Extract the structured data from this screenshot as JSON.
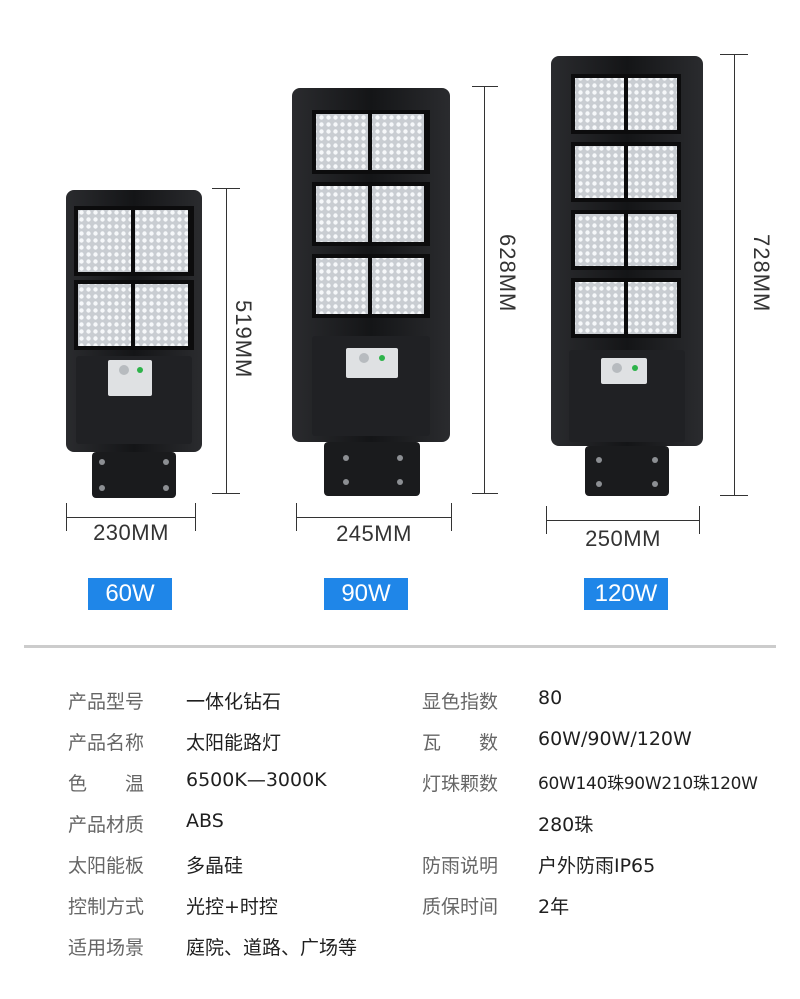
{
  "products": [
    {
      "power": "60W",
      "width": "230MM",
      "height": "519MM"
    },
    {
      "power": "90W",
      "width": "245MM",
      "height": "628MM"
    },
    {
      "power": "120W",
      "width": "250MM",
      "height": "728MM"
    }
  ],
  "specs_left": [
    {
      "label": "产品型号",
      "value": "一体化钻石"
    },
    {
      "label": "产品名称",
      "value": "太阳能路灯"
    },
    {
      "label": "色　　温",
      "value": "6500K—3000K"
    },
    {
      "label": "产品材质",
      "value": "ABS"
    },
    {
      "label": "太阳能板",
      "value": "多晶硅"
    },
    {
      "label": "控制方式",
      "value": "光控+时控"
    },
    {
      "label": "适用场景",
      "value": "庭院、道路、广场等"
    }
  ],
  "specs_right": [
    {
      "label": "显色指数",
      "value": "80"
    },
    {
      "label": "瓦　　数",
      "value": "60W/90W/120W"
    },
    {
      "label": "灯珠颗数",
      "value": "60W140珠90W210珠120W",
      "value2": "280珠"
    },
    {
      "label": "防雨说明",
      "value": "户外防雨IP65"
    },
    {
      "label": "质保时间",
      "value": "2年"
    }
  ],
  "colors": {
    "badge": "#1f86e8",
    "divider": "#cccccc",
    "lamp_body": "#1c1d1f"
  }
}
